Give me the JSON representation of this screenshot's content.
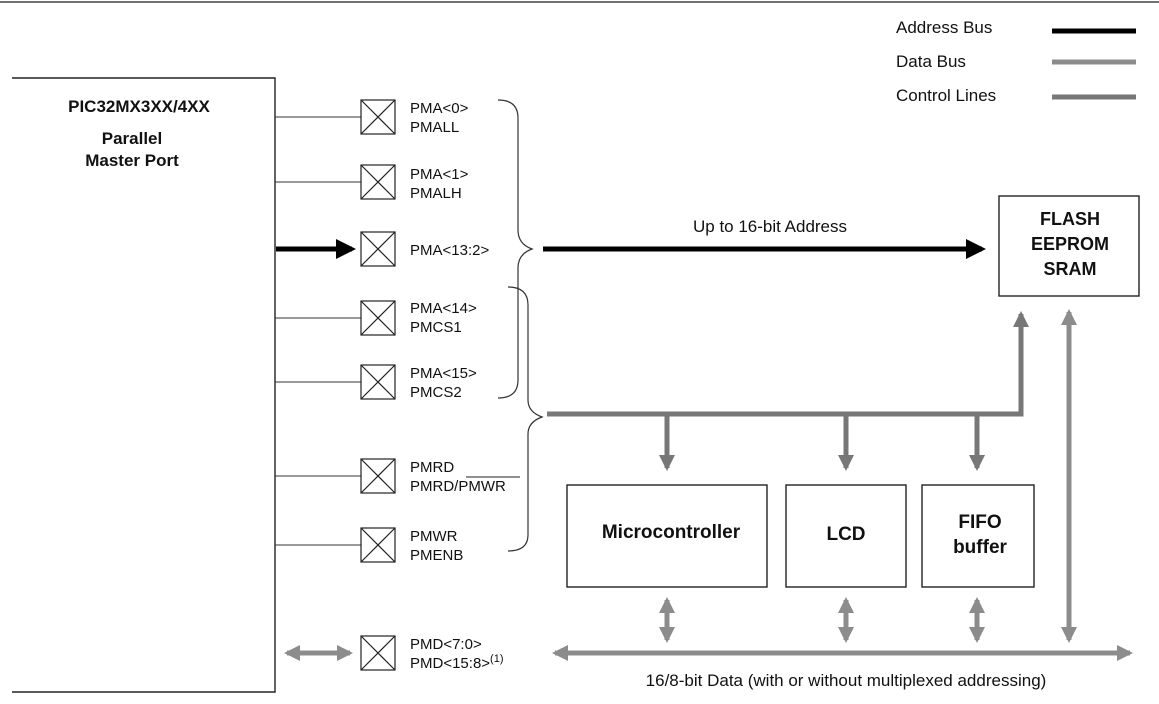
{
  "legend": {
    "items": [
      {
        "label": "Address Bus",
        "color": "#000000"
      },
      {
        "label": "Data Bus",
        "color": "#8c8c8c"
      },
      {
        "label": "Control Lines",
        "color": "#777777"
      }
    ]
  },
  "pic_block": {
    "title": "PIC32MX3XX/4XX",
    "subtitle_line1": "Parallel",
    "subtitle_line2": "Master Port"
  },
  "pins": [
    {
      "line1": "PMA<0>",
      "line2": "PMALL"
    },
    {
      "line1": "PMA<1>",
      "line2": "PMALH"
    },
    {
      "line1": "PMA<13:2>",
      "line2": ""
    },
    {
      "line1": "PMA<14>",
      "line2": "PMCS1"
    },
    {
      "line1": "PMA<15>",
      "line2": "PMCS2"
    },
    {
      "line1": "PMRD",
      "line2": "PMRD/PMWR"
    },
    {
      "line1": "PMWR",
      "line2": "PMENB"
    }
  ],
  "pmd_pin": {
    "line1": "PMD<7:0>",
    "line2": "PMD<15:8>",
    "footnote": "(1)"
  },
  "memory": {
    "line1": "FLASH",
    "line2": "EEPROM",
    "line3": "SRAM"
  },
  "address_label": "Up to 16-bit Address",
  "data_label": "16/8-bit Data (with or without multiplexed addressing)",
  "devices": {
    "micro": "Microcontroller",
    "lcd": "LCD",
    "fifo_line1": "FIFO",
    "fifo_line2": "buffer"
  },
  "colors": {
    "address_bus": "#000000",
    "data_bus": "#8c8c8c",
    "control_lines": "#777777",
    "outline": "#222222"
  }
}
